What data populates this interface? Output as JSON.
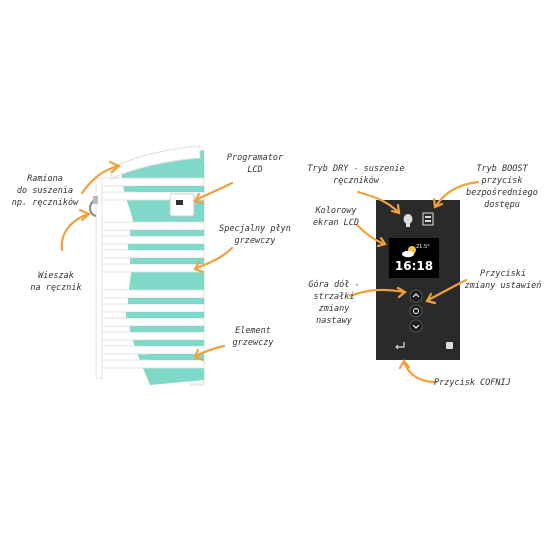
{
  "colors": {
    "accent": "#f0a03c",
    "fabric": "#7fd8c8",
    "panel": "#2a2a2a",
    "frame": "#ffffff"
  },
  "left": {
    "ramiona": [
      "Ramiona",
      "do suszenia",
      "np. ręczników"
    ],
    "wieszak": [
      "Wieszak",
      "na ręcznik"
    ],
    "programator": [
      "Programator",
      "LCD"
    ],
    "plyn": [
      "Specjalny płyn",
      "grzewczy"
    ],
    "element": [
      "Element",
      "grzewczy"
    ]
  },
  "right": {
    "dry": [
      "Tryb DRY - suszenie",
      "ręczników"
    ],
    "boost": [
      "Tryb BOOST",
      "przycisk",
      "bezpośredniego",
      "dostępu"
    ],
    "ekran": [
      "Kolorowy",
      "ekran LCD"
    ],
    "strzalki": [
      "Góra dół -",
      "strzałki",
      "zmiany",
      "nastawy"
    ],
    "przyciski": [
      "Przyciski",
      "zmiany ustawień"
    ],
    "cofnij": [
      "Przycisk COFNIJ"
    ]
  },
  "display": {
    "time": "16:18",
    "temp": "21.5°",
    "weather_icon": "sun-cloud-icon"
  },
  "icons": [
    "dry-mode-icon",
    "boost-icon",
    "chevron-up-icon",
    "ok-icon",
    "chevron-down-icon",
    "back-icon",
    "sensor-icon",
    "hook-icon"
  ]
}
